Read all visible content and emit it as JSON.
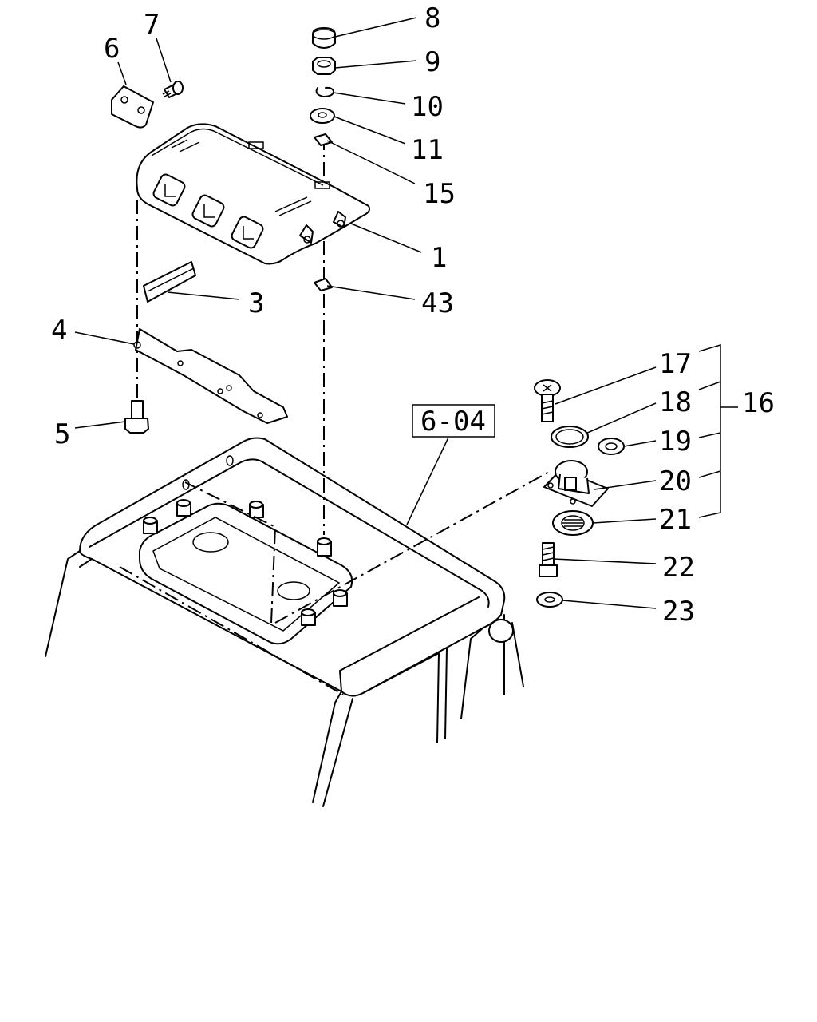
{
  "reference_box": "6-04",
  "callouts": {
    "c1": "1",
    "c3": "3",
    "c4": "4",
    "c5": "5",
    "c6": "6",
    "c7": "7",
    "c8": "8",
    "c9": "9",
    "c10": "10",
    "c11": "11",
    "c15": "15",
    "c16": "16",
    "c17": "17",
    "c18": "18",
    "c19": "19",
    "c20": "20",
    "c21": "21",
    "c22": "22",
    "c23": "23",
    "c43": "43"
  }
}
